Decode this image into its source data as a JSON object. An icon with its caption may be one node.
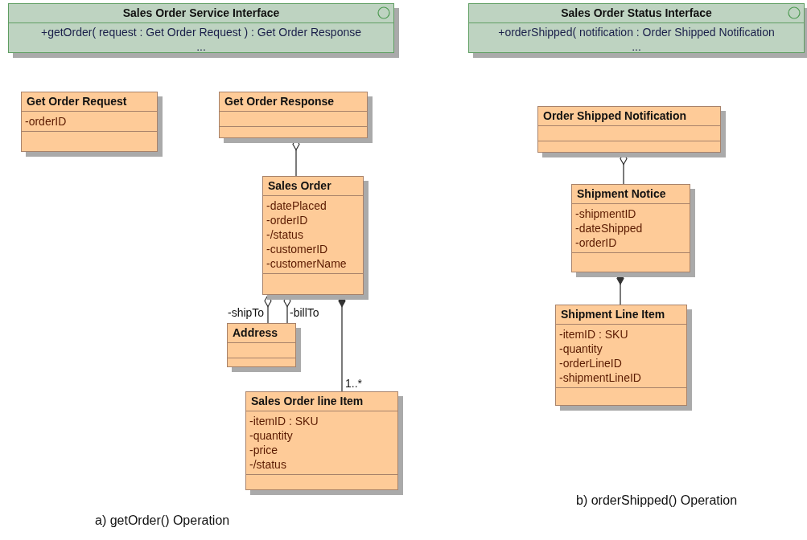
{
  "diagram": {
    "nodes": [
      {
        "text": [
          "Sales Order Service Interface",
          "+getOrder( request : Get Order Request ) : Get Order Response",
          "..."
        ]
      },
      {
        "text": [
          "Get Order Request",
          "-orderID"
        ]
      },
      {
        "text": [
          "Get Order Response"
        ]
      },
      {
        "text": [
          "Sales Order",
          "-datePlaced",
          "-orderID",
          "-/status",
          "-customerID",
          "-customerName"
        ]
      },
      {
        "text": [
          "Address"
        ]
      },
      {
        "text": [
          "Sales Order line Item",
          "-itemID : SKU",
          "-quantity",
          "-price",
          "-/status"
        ]
      },
      {
        "text": [
          "Sales Order Status Interface",
          "+orderShipped( notification : Order Shipped Notification",
          "..."
        ]
      },
      {
        "text": [
          "Order Shipped Notification"
        ]
      },
      {
        "text": [
          "Shipment Notice",
          "-shipmentID",
          "-dateShipped",
          "-orderID"
        ]
      },
      {
        "text": [
          "Shipment Line Item",
          "-itemID : SKU",
          "-quantity",
          "-orderLineID",
          "-shipmentLineID"
        ]
      }
    ],
    "edges": [
      {
        "from": 2,
        "to": 3,
        "arrow": "other"
      },
      {
        "from": 3,
        "to": 4,
        "arrow": "other",
        "label": "-shipTo"
      },
      {
        "from": 3,
        "to": 4,
        "arrow": "other",
        "label": "-billTo"
      },
      {
        "from": 3,
        "to": 5,
        "arrow": "other",
        "label": "1..*"
      },
      {
        "from": 7,
        "to": 8,
        "arrow": "other"
      },
      {
        "from": 8,
        "to": 9,
        "arrow": "other"
      }
    ],
    "labels": [
      "a) getOrder() Operation",
      "b) orderShipped() Operation"
    ]
  }
}
